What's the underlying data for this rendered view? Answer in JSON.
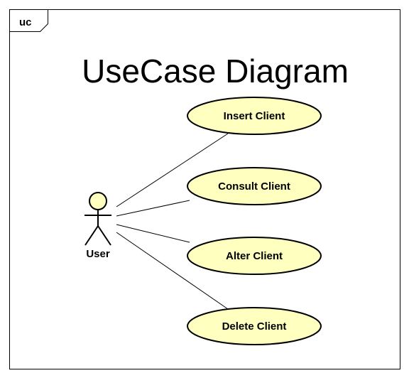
{
  "frame": {
    "label": "uc"
  },
  "title": "UseCase Diagram",
  "actor": {
    "name": "User"
  },
  "use_cases": [
    {
      "label": "Insert Client"
    },
    {
      "label": "Consult Client"
    },
    {
      "label": "Alter Client"
    },
    {
      "label": "Delete Client"
    }
  ],
  "colors": {
    "use_case_fill": "#ffffc0",
    "stroke": "#000000",
    "background": "#ffffff"
  }
}
